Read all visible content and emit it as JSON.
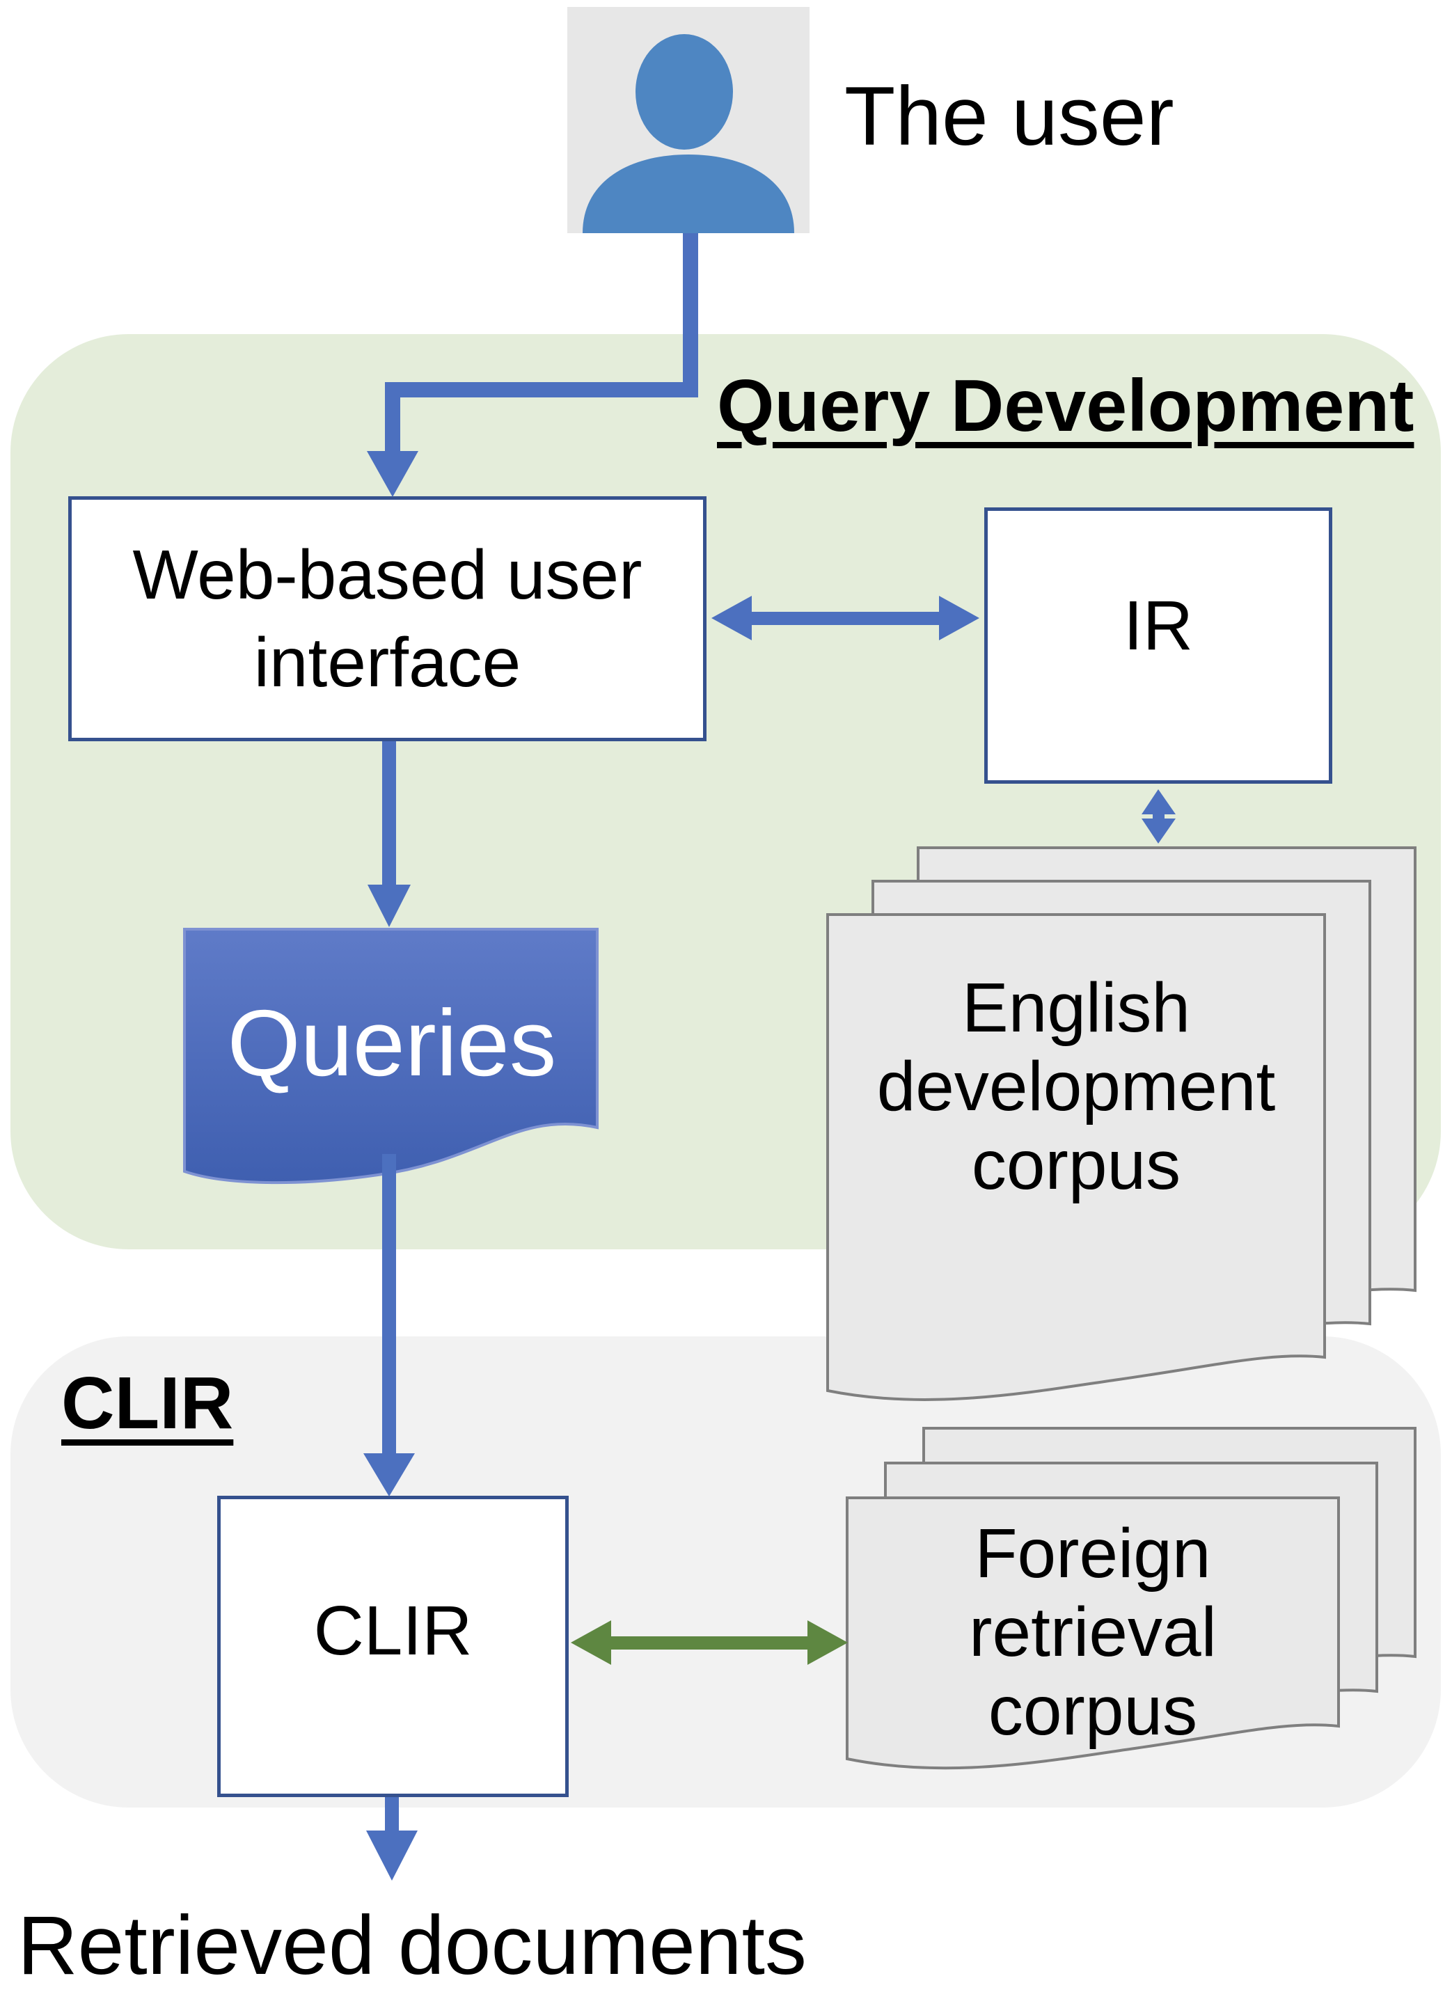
{
  "diagram": {
    "kind": "flow-diagram",
    "nodes": {
      "user": {
        "label": "The user"
      },
      "query_development_section": {
        "label": "Query Development"
      },
      "web_ui": {
        "label": "Web-based user interface"
      },
      "ir": {
        "label": "IR"
      },
      "queries": {
        "label": "Queries"
      },
      "english_corpus": {
        "label": "English development corpus"
      },
      "clir_section": {
        "label": "CLIR"
      },
      "clir": {
        "label": "CLIR"
      },
      "foreign_corpus": {
        "label": "Foreign retrieval corpus"
      },
      "retrieved_documents": {
        "label": "Retrieved documents"
      }
    },
    "edges": [
      {
        "from": "user",
        "to": "web_ui",
        "style": "blue-arrow"
      },
      {
        "from": "web_ui",
        "to": "ir",
        "style": "blue-double-arrow"
      },
      {
        "from": "ir",
        "to": "english_corpus",
        "style": "blue-double-arrow"
      },
      {
        "from": "web_ui",
        "to": "queries",
        "style": "blue-arrow"
      },
      {
        "from": "queries",
        "to": "clir",
        "style": "blue-arrow"
      },
      {
        "from": "clir",
        "to": "foreign_corpus",
        "style": "green-double-arrow"
      },
      {
        "from": "clir",
        "to": "retrieved_documents",
        "style": "blue-arrow"
      }
    ],
    "colors": {
      "blue_arrow": "#4c70bf",
      "green_arrow": "#5e8741",
      "box_border": "#35518e",
      "green_region": "#e4edda",
      "gray_region": "#f2f2f2",
      "queries_gradient_top": "#5f7bc8",
      "queries_gradient_bottom": "#3f5fb0",
      "sheet_fill": "#e9e9e9",
      "sheet_border": "#7f7f7f",
      "person_icon_blue": "#4e86c2",
      "person_icon_bg": "#e7e7e7"
    }
  }
}
